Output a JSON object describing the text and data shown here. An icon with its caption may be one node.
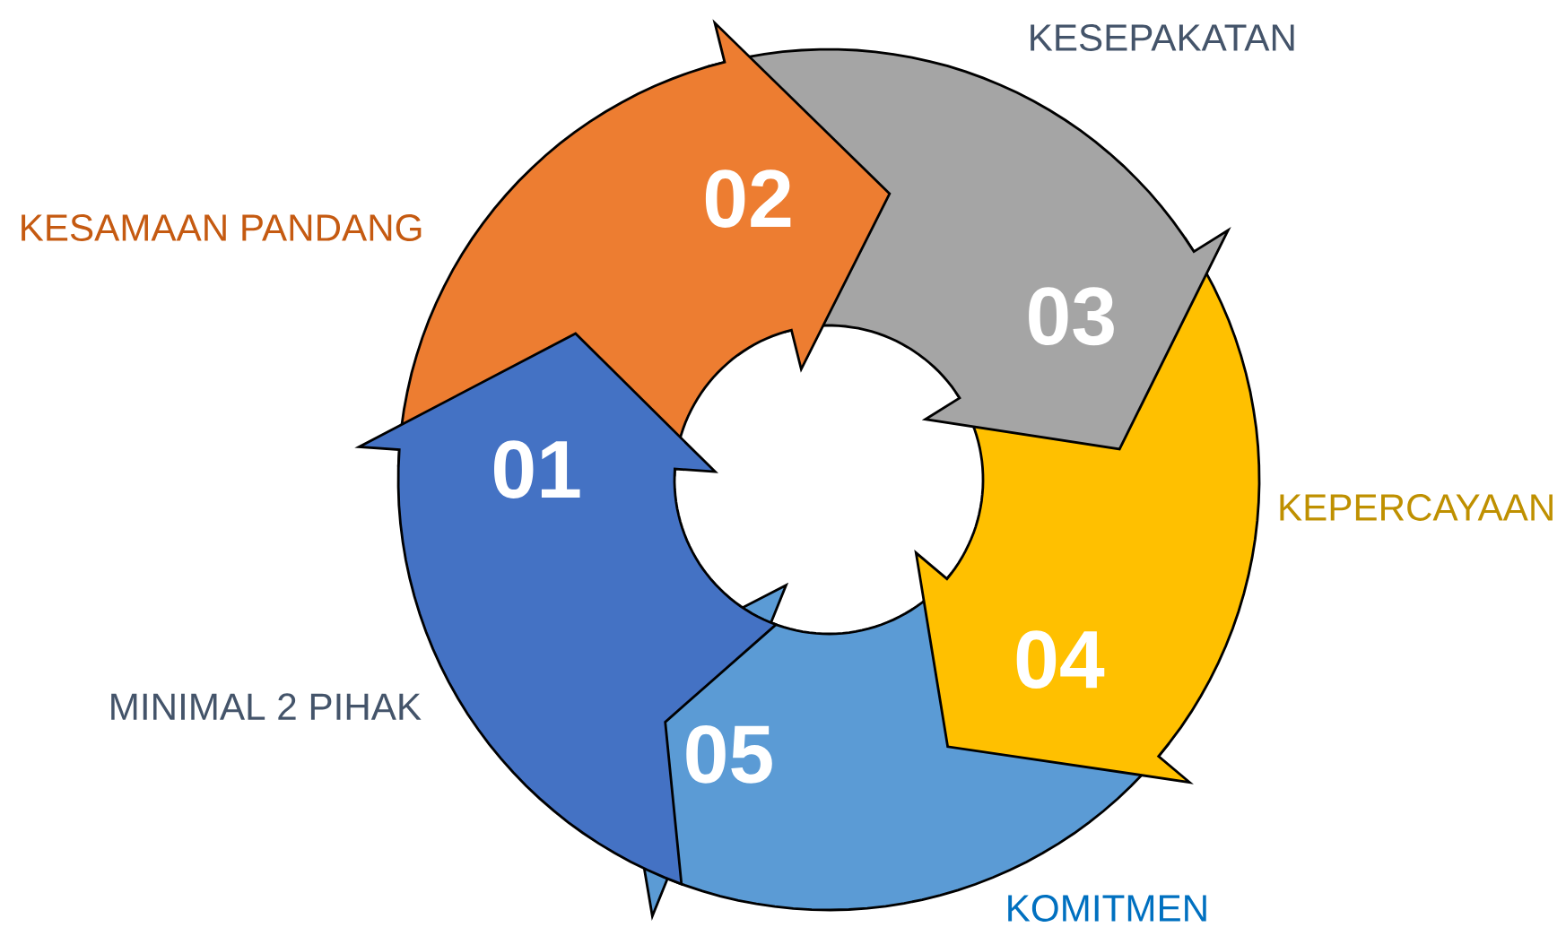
{
  "diagram": {
    "nodes": [
      {
        "text": [
          "01"
        ],
        "beside": [
          "MINIMAL 2 PIHAK"
        ]
      },
      {
        "text": [
          "02"
        ],
        "beside": [
          "KESAMAAN PANDANG"
        ]
      },
      {
        "text": [
          "03"
        ],
        "beside": [
          "KESEPAKATAN"
        ]
      },
      {
        "text": [
          "04"
        ],
        "beside": [
          "KEPERCAYAAN"
        ]
      },
      {
        "text": [
          "05"
        ],
        "beside": [
          "KOMITMEN"
        ]
      }
    ]
  }
}
